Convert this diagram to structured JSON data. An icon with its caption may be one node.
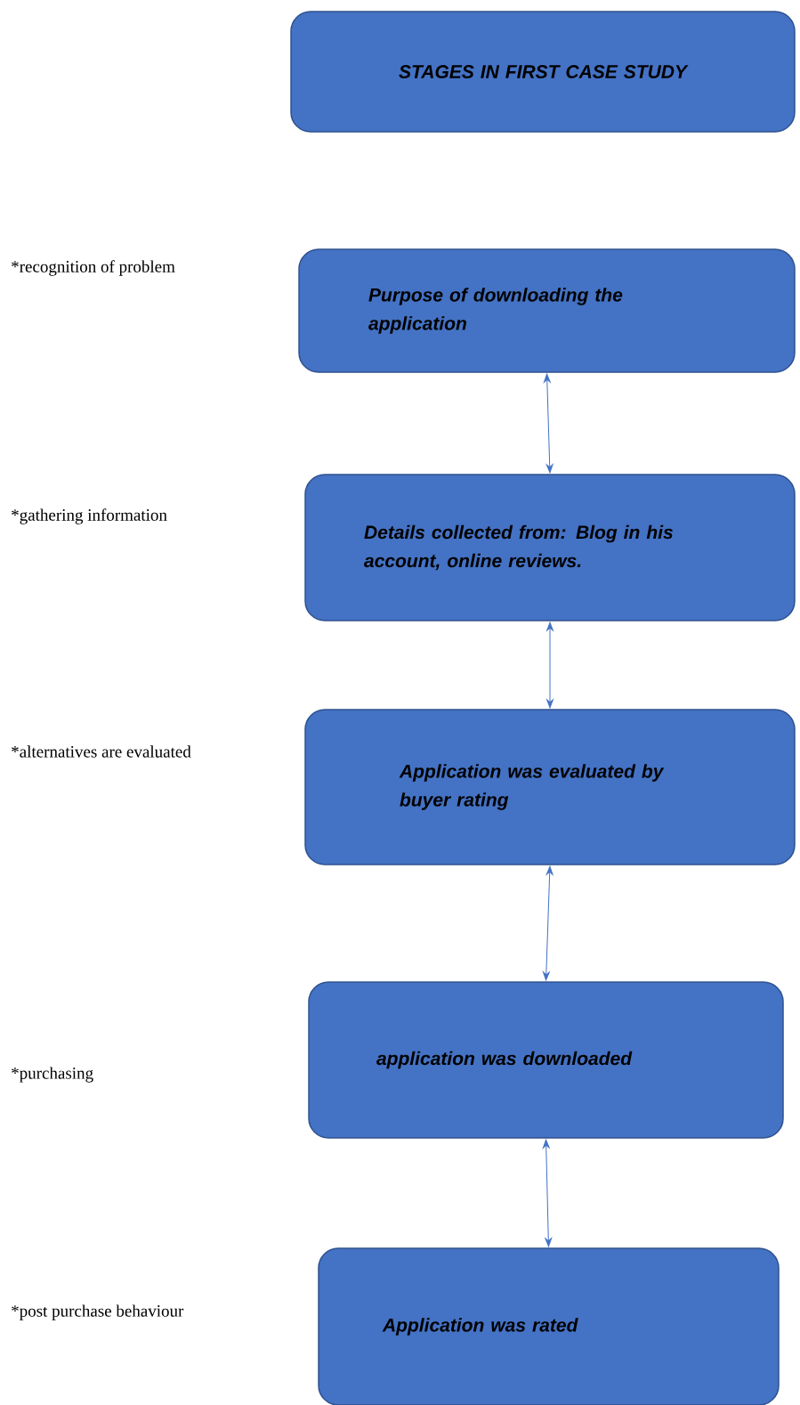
{
  "diagram": {
    "nodes": [
      {
        "text": [
          "STAGES IN FIRST CASE STUDY"
        ]
      },
      {
        "text": [
          "Purpose of downloading the application"
        ]
      },
      {
        "text": [
          "Details collected from: Blog in his account, online reviews."
        ]
      },
      {
        "text": [
          "Application was evaluated by buyer rating"
        ]
      },
      {
        "text": [
          "application was downloaded"
        ]
      },
      {
        "text": [
          "Application was rated"
        ]
      }
    ],
    "edges": [
      {
        "from": 1,
        "to": 2,
        "arrow": "both"
      },
      {
        "from": 2,
        "to": 3,
        "arrow": "both"
      },
      {
        "from": 3,
        "to": 4,
        "arrow": "both"
      },
      {
        "from": 4,
        "to": 5,
        "arrow": "both"
      }
    ],
    "labels": [
      "*recognition of problem",
      "*gathering information",
      "*alternatives are evaluated",
      "*purchasing",
      "*post purchase behaviour"
    ]
  }
}
